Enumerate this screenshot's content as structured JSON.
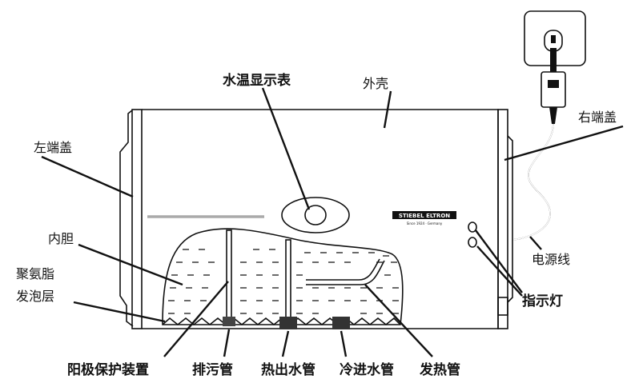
{
  "labels": {
    "water_temp_display": "水温显示表",
    "outer_shell": "外壳",
    "left_end_cap": "左端盖",
    "right_end_cap": "右端盖",
    "inner_tank": "内胆",
    "polyurethane_line1": "聚氨脂",
    "polyurethane_line2": "发泡层",
    "power_cord": "电源线",
    "indicator_light": "指示灯",
    "anode_protector": "阳极保护装置",
    "drain_pipe": "排污管",
    "hot_water_outlet": "热出水管",
    "cold_water_inlet": "冷进水管",
    "heating_element": "发热管"
  },
  "brand": {
    "name": "STIEBEL ELTRON",
    "tagline": "Since 1924 · Germany"
  }
}
